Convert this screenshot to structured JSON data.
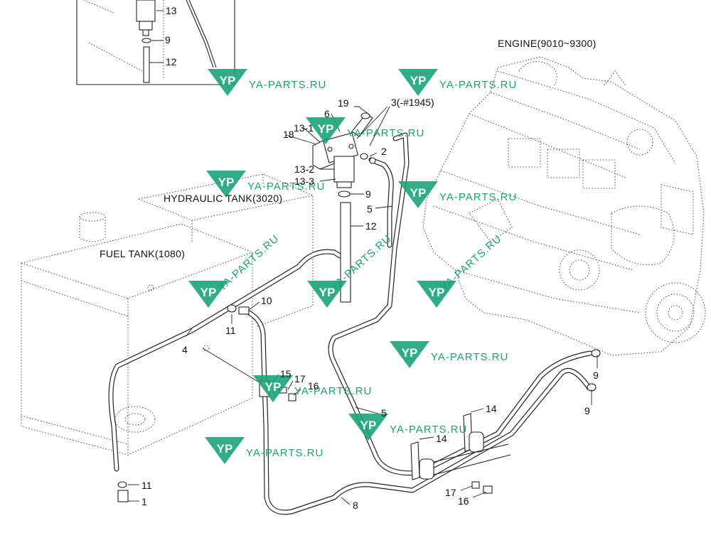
{
  "titles": {
    "engine": "ENGINE(9010~9300)",
    "hydraulic_tank": "HYDRAULIC TANK(3020)",
    "fuel_tank": "FUEL TANK(1080)"
  },
  "watermark": {
    "logo": "YP",
    "text": "YA-PARTS.RU",
    "color": "#19a37a"
  },
  "callouts": {
    "c13_inset": "13",
    "c9_inset": "9",
    "c12_inset": "12",
    "c19": "19",
    "c3": "3(-#1945)",
    "c6": "6",
    "c13_1": "13-1",
    "c18": "18",
    "c2": "2",
    "c13_2": "13-2",
    "c13_3": "13-3",
    "c9_mid": "9",
    "c5_top": "5",
    "c12_mid": "12",
    "c10": "10",
    "c11_mid": "11",
    "c4": "4",
    "c15": "15",
    "c17_mid": "17",
    "c16_mid": "16",
    "c5_low": "5",
    "c14_a": "14",
    "c14_b": "14",
    "c9_r1": "9",
    "c9_r2": "9",
    "c11_low": "11",
    "c1": "1",
    "c17_low": "17",
    "c16_low": "16",
    "c8": "8"
  }
}
